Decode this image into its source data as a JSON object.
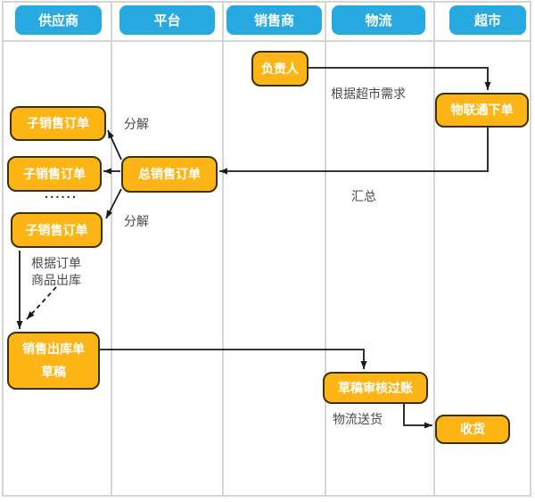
{
  "lanes": [
    {
      "label": "供应商"
    },
    {
      "label": "平台"
    },
    {
      "label": "销售商"
    },
    {
      "label": "物流"
    },
    {
      "label": "超市"
    }
  ],
  "nodes": {
    "fuzeren": {
      "label": "负责人"
    },
    "wulian": {
      "label": "物联通下单"
    },
    "sub1": {
      "label": "子销售订单"
    },
    "sub2": {
      "label": "子销售订单"
    },
    "sub3": {
      "label": "子销售订单"
    },
    "zong": {
      "label": "总销售订单"
    },
    "chuku": {
      "line1": "销售出库单",
      "line2": "草稿"
    },
    "shenhe": {
      "label": "草稿审核过账"
    },
    "shouhuo": {
      "label": "收货"
    }
  },
  "labels": {
    "genju_xuqiu": "根据超市需求",
    "huizong": "汇总",
    "fenjie_top": "分解",
    "fenjie_bottom": "分解",
    "ellipsis": "......",
    "genju_dingdan": "根据订单",
    "shangpin_chuku": "商品出库",
    "wuliu_songhuo": "物流送货"
  },
  "colors": {
    "lane_header": "#27A9E1",
    "node_fill": "#FCB514",
    "node_border": "#3F3000",
    "grid_line": "#D5D5D5",
    "label_text": "#4A4A4A",
    "arrow": "#1A1A1A"
  }
}
